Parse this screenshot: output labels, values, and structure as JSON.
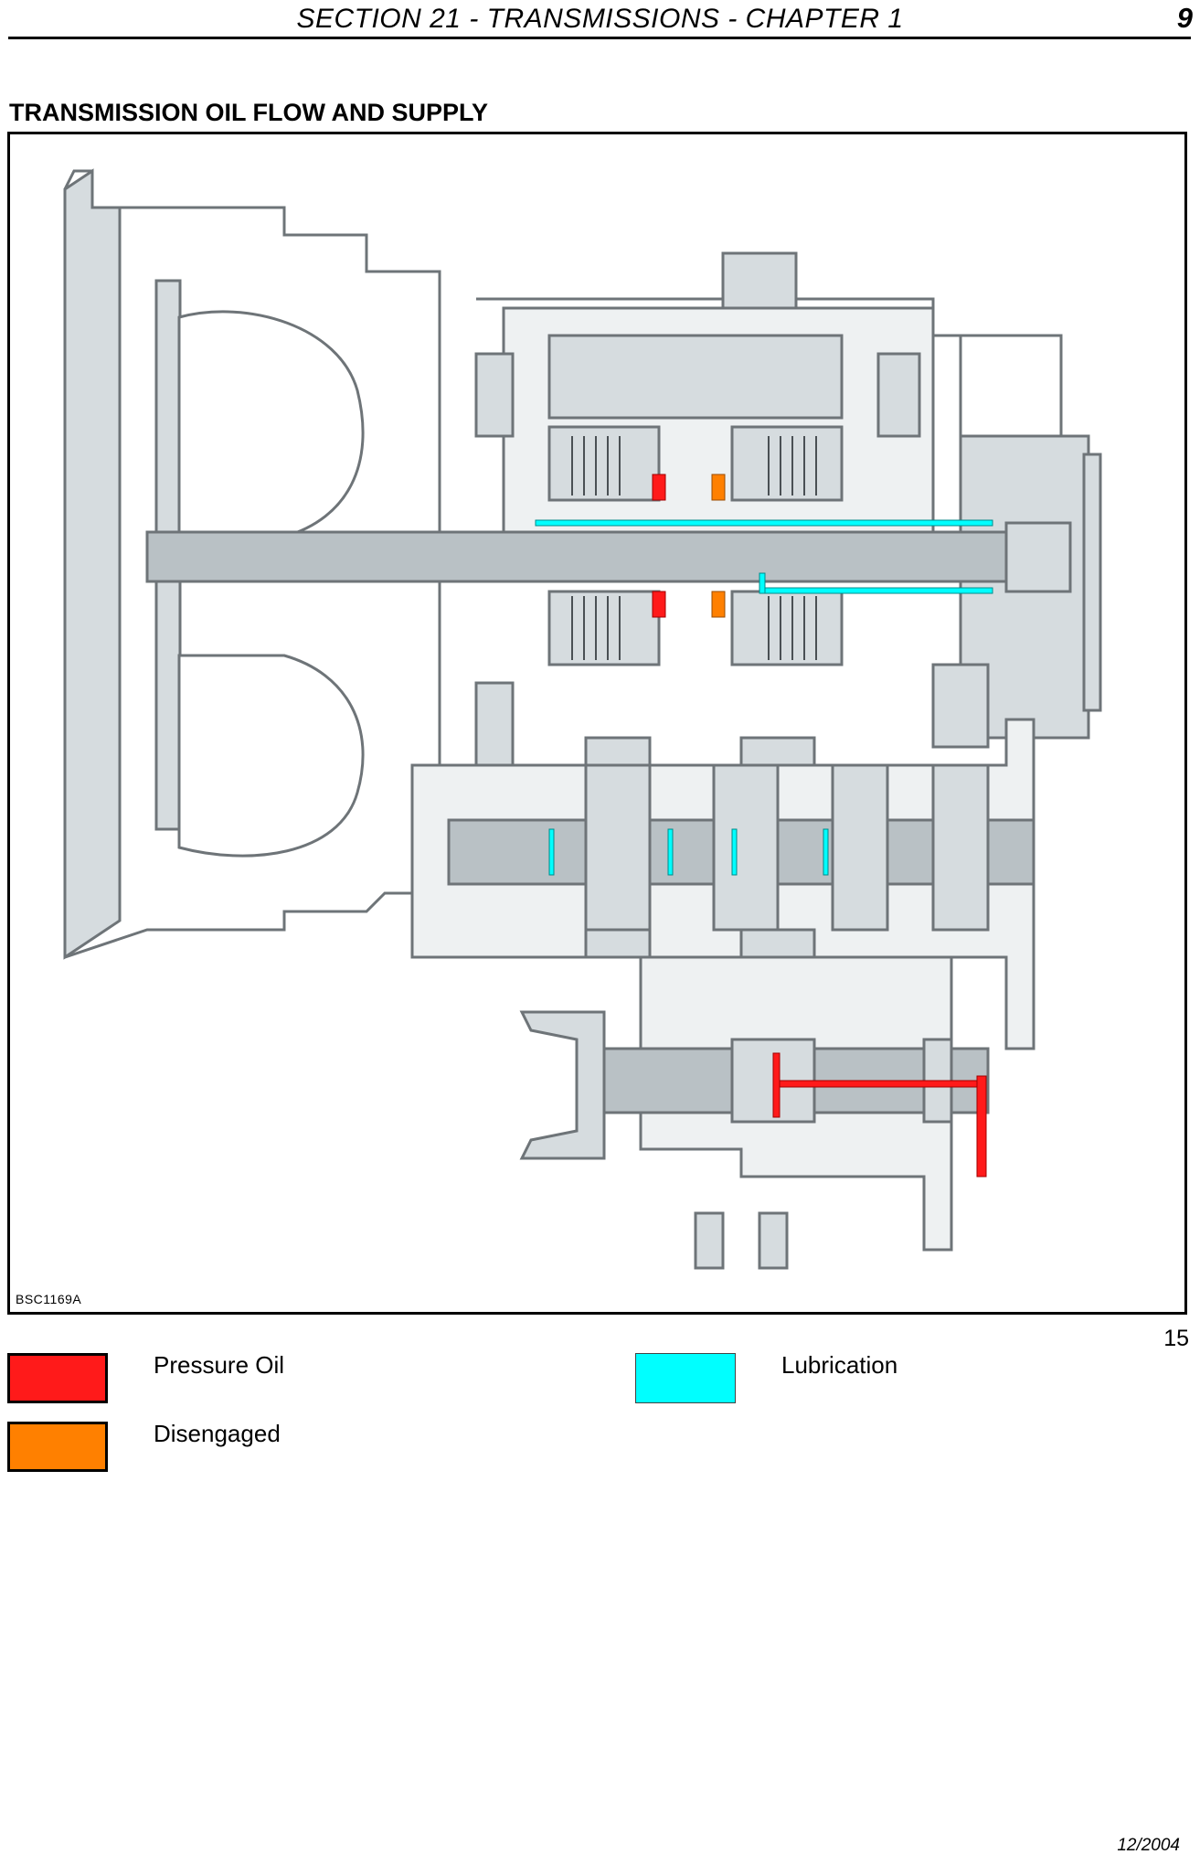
{
  "header": {
    "title": "SECTION 21 - TRANSMISSIONS - CHAPTER 1",
    "page_number": "9"
  },
  "heading": "TRANSMISSION OIL FLOW AND SUPPLY",
  "figure": {
    "code": "BSC1169A",
    "number": "15"
  },
  "legend": [
    {
      "label": "Pressure Oil",
      "color": "#ff1a1a"
    },
    {
      "label": "Disengaged",
      "color": "#ff8000"
    },
    {
      "label": "Lubrication",
      "color": "#00ffff"
    }
  ],
  "colors": {
    "casing": "#d6dcdf",
    "casing_edge": "#6e7478",
    "shaft": "#b9c1c5"
  },
  "footer": {
    "date": "12/2004"
  }
}
